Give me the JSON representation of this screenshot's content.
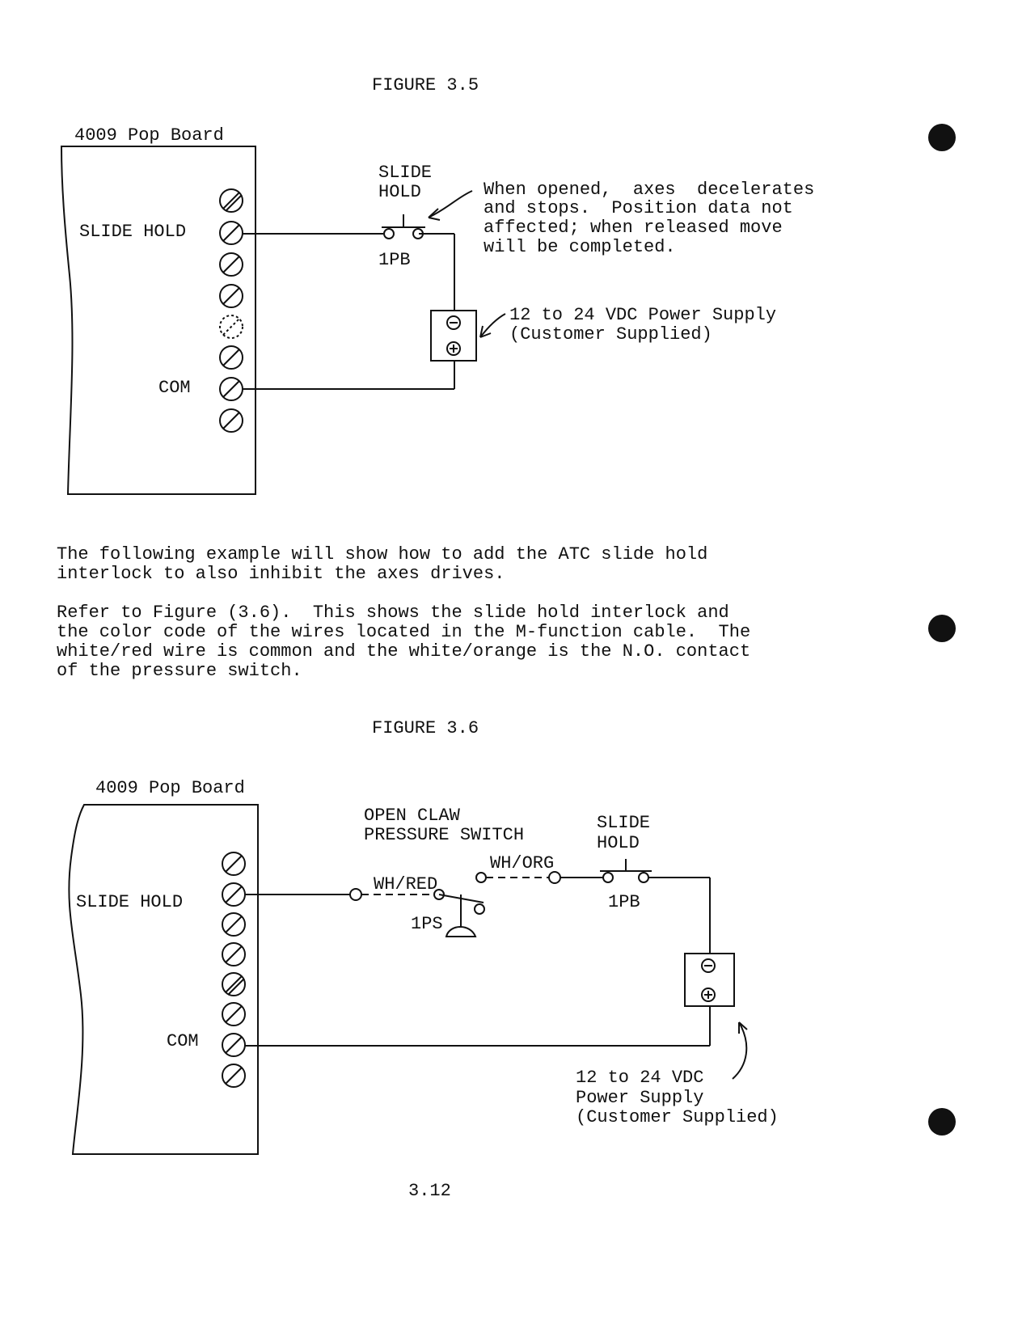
{
  "page_number": "3.12",
  "figure_a": {
    "title": "FIGURE 3.5",
    "board_label": "4009 Pop Board",
    "slide_hold_label": "SLIDE HOLD",
    "com_label": "COM",
    "switch_label_line1": "SLIDE",
    "switch_label_line2": "HOLD",
    "switch_id": "1PB",
    "note_lines": [
      "When opened,  axes  decelerates",
      "and stops.  Position data not",
      "affected; when released move",
      "will be completed."
    ],
    "supply_line1": "12 to 24 VDC Power Supply",
    "supply_line2": "(Customer Supplied)"
  },
  "body_text": {
    "para1": [
      "The following example will show how to add the ATC slide hold",
      "interlock to also inhibit the axes drives."
    ],
    "para2": [
      "Refer to Figure (3.6).  This shows the slide hold interlock and",
      "the color code of the wires located in the M-function cable.  The",
      "white/red wire is common and the white/orange is the N.O. contact",
      "of the pressure switch."
    ]
  },
  "figure_b": {
    "title": "FIGURE 3.6",
    "board_label": "4009 Pop Board",
    "slide_hold_label": "SLIDE HOLD",
    "com_label": "COM",
    "pressure_label_line1": "OPEN CLAW",
    "pressure_label_line2": "PRESSURE SWITCH",
    "wire_common": "WH/RED",
    "wire_no": "WH/ORG",
    "pressure_switch_id": "1PS",
    "switch_label_line1": "SLIDE",
    "switch_label_line2": "HOLD",
    "switch_id": "1PB",
    "supply_line1": "12 to 24 VDC",
    "supply_line2": "Power Supply",
    "supply_line3": "(Customer Supplied)"
  }
}
